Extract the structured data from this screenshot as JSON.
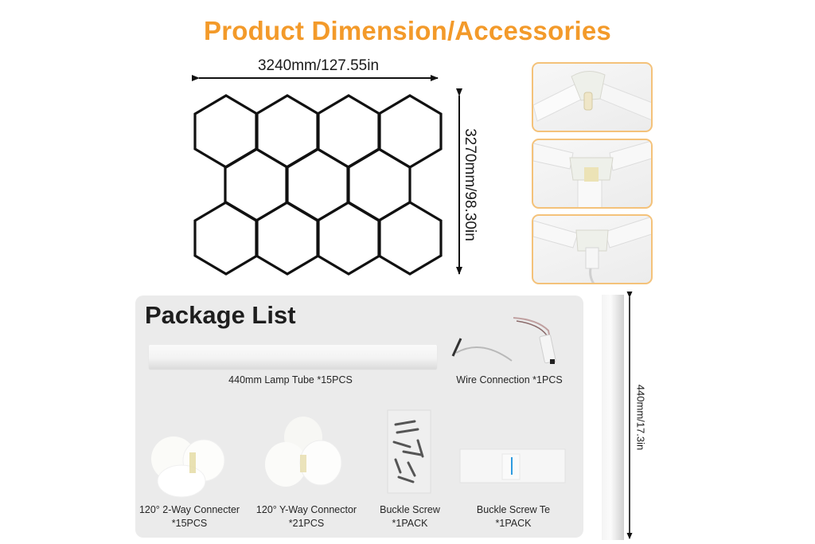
{
  "title": "Product Dimension/Accessories",
  "colors": {
    "accent": "#f39a2a",
    "photo_border": "#f4c27a",
    "panel_bg": "#ebebeb",
    "hex_stroke": "#111111"
  },
  "dimensions": {
    "width_label": "3240mm/127.55in",
    "height_label": "3270mm/98.30in",
    "hex_layout": {
      "rows": [
        4,
        3,
        4
      ],
      "shape": "hexagon-outline"
    }
  },
  "connector_photos": [
    {
      "name": "2-way-connector-photo"
    },
    {
      "name": "y-way-connector-photo"
    },
    {
      "name": "wire-connector-photo"
    }
  ],
  "package": {
    "title": "Package List",
    "items": [
      {
        "caption": "440mm Lamp Tube *15PCS"
      },
      {
        "caption": "Wire Connection *1PCS"
      },
      {
        "line1": "120° 2-Way Connecter",
        "line2": "*15PCS"
      },
      {
        "line1": "120° Y-Way Connector",
        "line2": "*21PCS"
      },
      {
        "line1": "Buckle Screw",
        "line2": "*1PACK"
      },
      {
        "line1": "Buckle Screw Te",
        "line2": "*1PACK"
      }
    ]
  },
  "tube_dimension": {
    "label": "440mm/17.3in"
  }
}
